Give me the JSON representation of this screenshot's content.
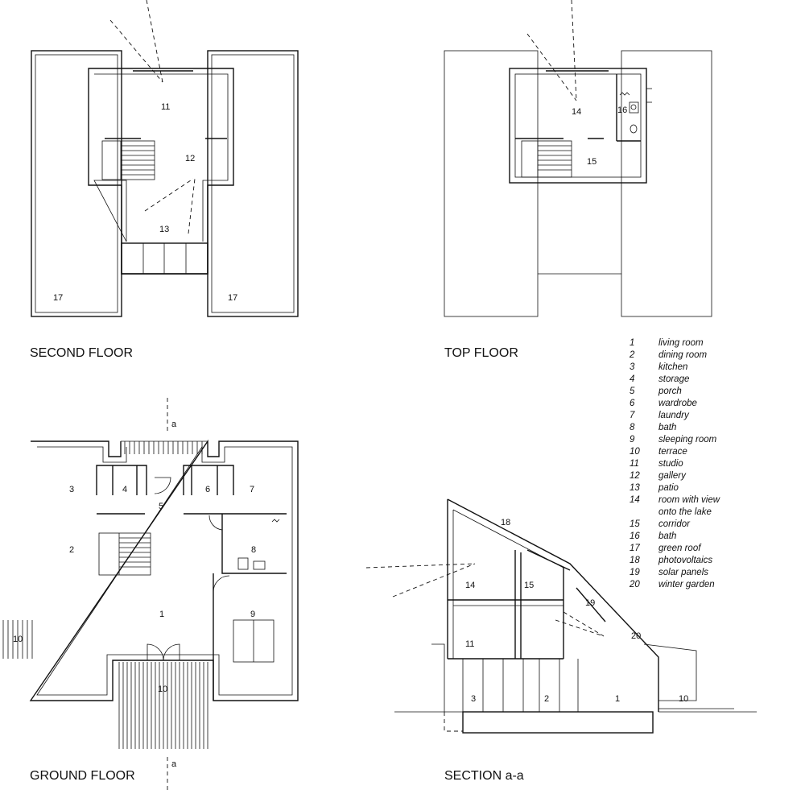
{
  "titles": {
    "second": "SECOND FLOOR",
    "top": "TOP FLOOR",
    "ground": "GROUND FLOOR",
    "section": "SECTION a-a"
  },
  "section_marker": "a",
  "labels": {
    "second": {
      "r11": "11",
      "r12": "12",
      "r13": "13",
      "r17a": "17",
      "r17b": "17"
    },
    "top": {
      "r14": "14",
      "r15": "15",
      "r16": "16"
    },
    "ground": {
      "r1": "1",
      "r2": "2",
      "r3": "3",
      "r4": "4",
      "r5": "5",
      "r6": "6",
      "r7": "7",
      "r8": "8",
      "r9": "9",
      "r10a": "10",
      "r10b": "10"
    },
    "section": {
      "r1": "1",
      "r2": "2",
      "r3": "3",
      "r10": "10",
      "r11": "11",
      "r14": "14",
      "r15": "15",
      "r18": "18",
      "r19": "19",
      "r20": "20"
    }
  },
  "legend": [
    {
      "n": "1",
      "t": "living room"
    },
    {
      "n": "2",
      "t": "dining room"
    },
    {
      "n": "3",
      "t": "kitchen"
    },
    {
      "n": "4",
      "t": "storage"
    },
    {
      "n": "5",
      "t": "porch"
    },
    {
      "n": "6",
      "t": "wardrobe"
    },
    {
      "n": "7",
      "t": "laundry"
    },
    {
      "n": "8",
      "t": "bath"
    },
    {
      "n": "9",
      "t": "sleeping room"
    },
    {
      "n": "10",
      "t": "terrace"
    },
    {
      "n": "11",
      "t": "studio"
    },
    {
      "n": "12",
      "t": "gallery"
    },
    {
      "n": "13",
      "t": "patio"
    },
    {
      "n": "14",
      "t": "room with view"
    },
    {
      "n": "",
      "t": "onto the lake"
    },
    {
      "n": "15",
      "t": "corridor"
    },
    {
      "n": "16",
      "t": "bath"
    },
    {
      "n": "17",
      "t": "green roof"
    },
    {
      "n": "18",
      "t": "photovoltaics"
    },
    {
      "n": "19",
      "t": "solar panels"
    },
    {
      "n": "20",
      "t": "winter garden"
    }
  ]
}
